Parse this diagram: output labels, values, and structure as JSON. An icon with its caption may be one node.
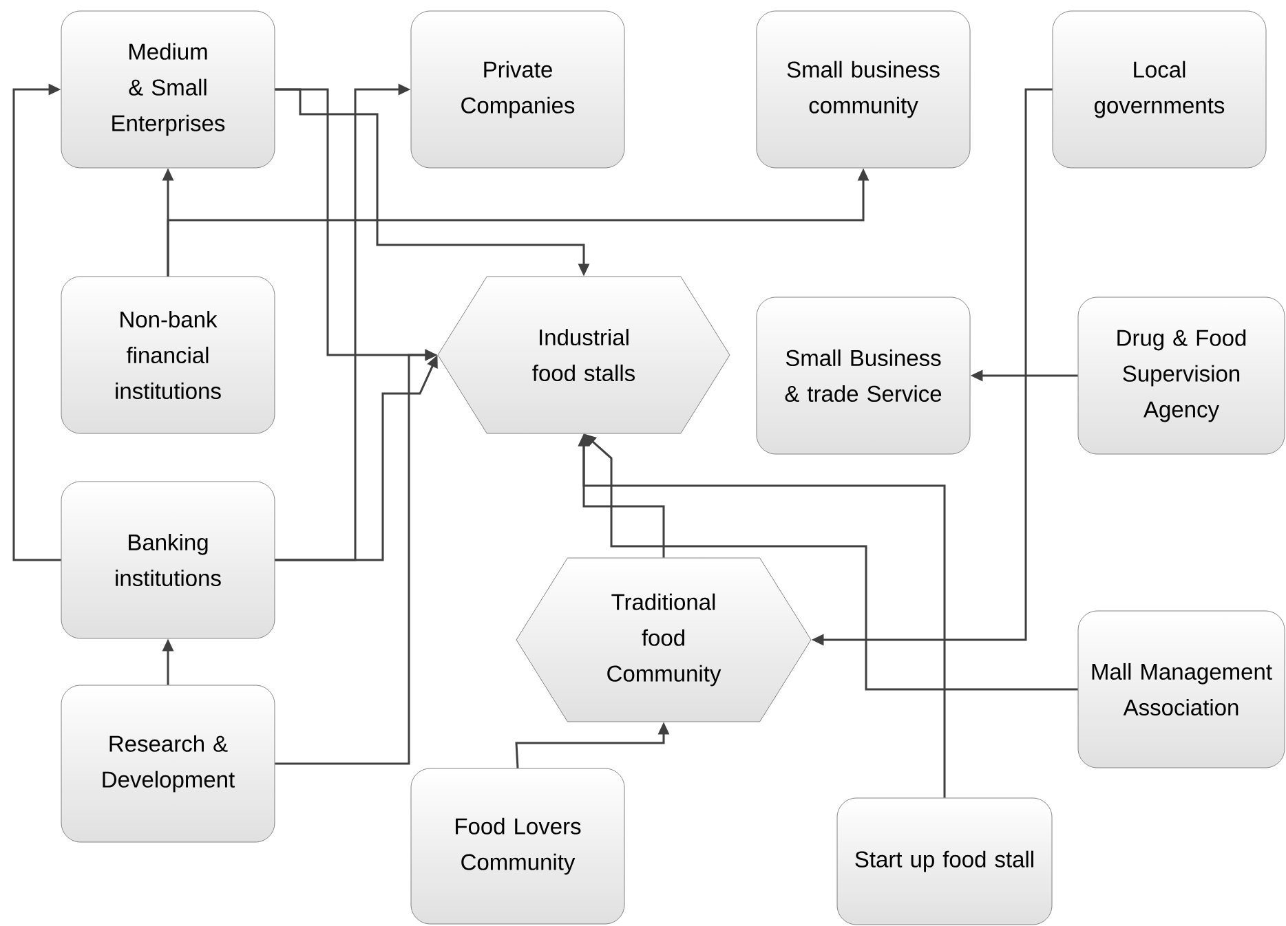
{
  "diagram": {
    "nodes": [
      {
        "text": [
          "Medium & Small Enterprises"
        ]
      },
      {
        "text": [
          "Private Companies"
        ]
      },
      {
        "text": [
          "Small business community"
        ]
      },
      {
        "text": [
          "Local governments"
        ]
      },
      {
        "text": [
          "Non-bank financial institutions"
        ]
      },
      {
        "text": [
          "Industrial food stalls"
        ]
      },
      {
        "text": [
          "Small Business & trade Service"
        ]
      },
      {
        "text": [
          "Drug & Food Supervision Agency"
        ]
      },
      {
        "text": [
          "Banking institutions"
        ]
      },
      {
        "text": [
          "Traditional food Community"
        ]
      },
      {
        "text": [
          "Mall Management Association"
        ]
      },
      {
        "text": [
          "Research & Development"
        ]
      },
      {
        "text": [
          "Food Lovers Community"
        ]
      },
      {
        "text": [
          "Start up food stall"
        ]
      }
    ],
    "edges": [
      {
        "from": 4,
        "to": 0,
        "arrow": "to"
      },
      {
        "from": 4,
        "to": 2,
        "arrow": "to"
      },
      {
        "from": 8,
        "to": 0,
        "arrow": "to"
      },
      {
        "from": 8,
        "to": 1,
        "arrow": "to"
      },
      {
        "from": 8,
        "to": 5,
        "arrow": "to"
      },
      {
        "from": 11,
        "to": 8,
        "arrow": "to"
      },
      {
        "from": 11,
        "to": 5,
        "arrow": "to"
      },
      {
        "from": 0,
        "to": 5,
        "arrow": "to"
      },
      {
        "from": 0,
        "to": 5,
        "arrow": "to"
      },
      {
        "from": 12,
        "to": 9,
        "arrow": "to"
      },
      {
        "from": 9,
        "to": 5,
        "arrow": "to"
      },
      {
        "from": 10,
        "to": 5,
        "arrow": "to"
      },
      {
        "from": 13,
        "to": 5,
        "arrow": "to"
      },
      {
        "from": 3,
        "to": 9,
        "arrow": "to"
      },
      {
        "from": 7,
        "to": 6,
        "arrow": "to"
      }
    ]
  }
}
